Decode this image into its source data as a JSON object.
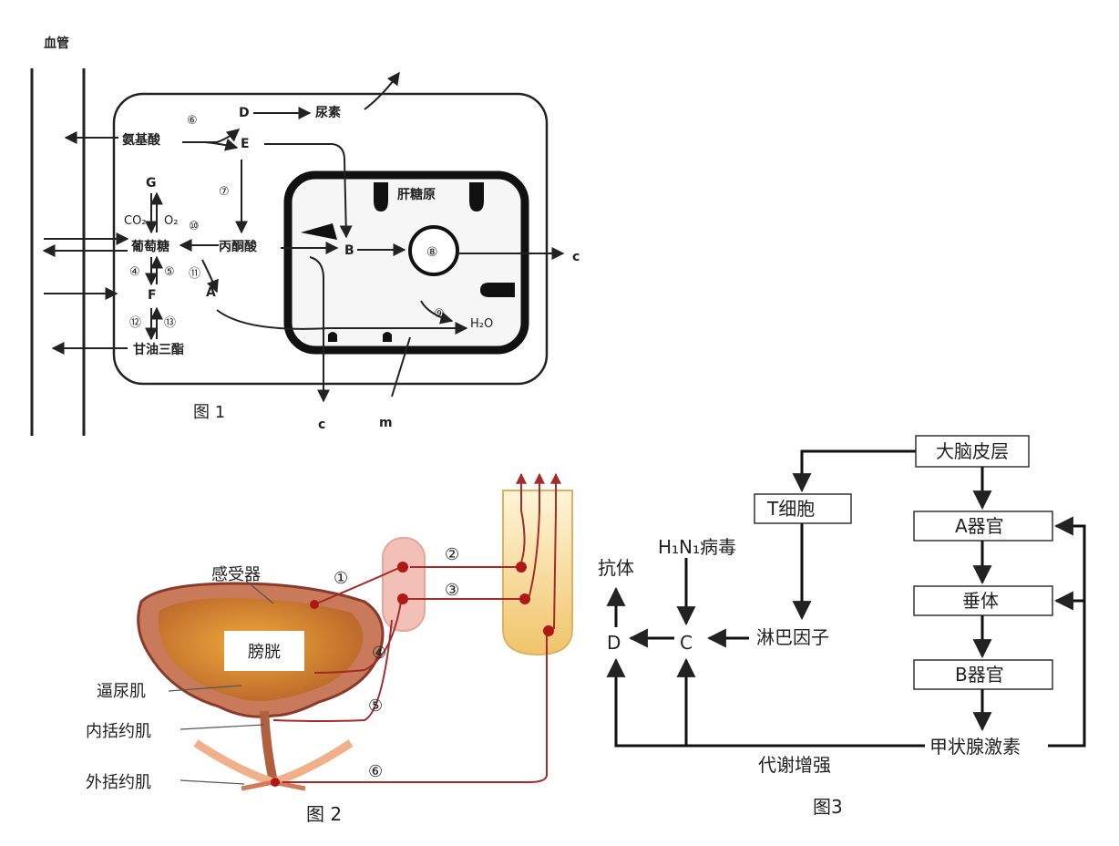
{
  "fig1": {
    "caption": "图 1",
    "blood_vessel": "血管",
    "nodes": {
      "D": "D",
      "E": "E",
      "B": "B",
      "A": "A",
      "G": "G",
      "F": "F",
      "urea": "尿素",
      "amino_acid": "氨基酸",
      "glucose": "葡萄糖",
      "pyruvate": "丙酮酸",
      "glycerol": "甘油三酯",
      "liver_glycogen": "肝糖原",
      "co2": "CO₂",
      "o2": "O₂",
      "h2o": "H₂O",
      "c_right": "c",
      "c_bottom": "c",
      "m": "m"
    },
    "steps": [
      "⑥",
      "⑦",
      "⑩",
      "④",
      "⑤",
      "⑪",
      "⑫",
      "⑬",
      "⑧",
      "⑨"
    ]
  },
  "fig2": {
    "caption": "图 2",
    "bladder": "膀胱",
    "receptor": "感受器",
    "detrusor": "逼尿肌",
    "inner_sphincter": "内括约肌",
    "outer_sphincter": "外括约肌",
    "nums": [
      "①",
      "②",
      "③",
      "④",
      "⑤",
      "⑥"
    ]
  },
  "fig3": {
    "caption": "图3",
    "cortex": "大脑皮层",
    "t_cell": "T细胞",
    "organ_a": "A器官",
    "pituitary": "垂体",
    "organ_b": "B器官",
    "thyroxine": "甲状腺激素",
    "hin_virus": "H₁N₁病毒",
    "antibody": "抗体",
    "lymphokine": "淋巴因子",
    "D": "D",
    "C": "C",
    "metabolism": "代谢增强"
  }
}
